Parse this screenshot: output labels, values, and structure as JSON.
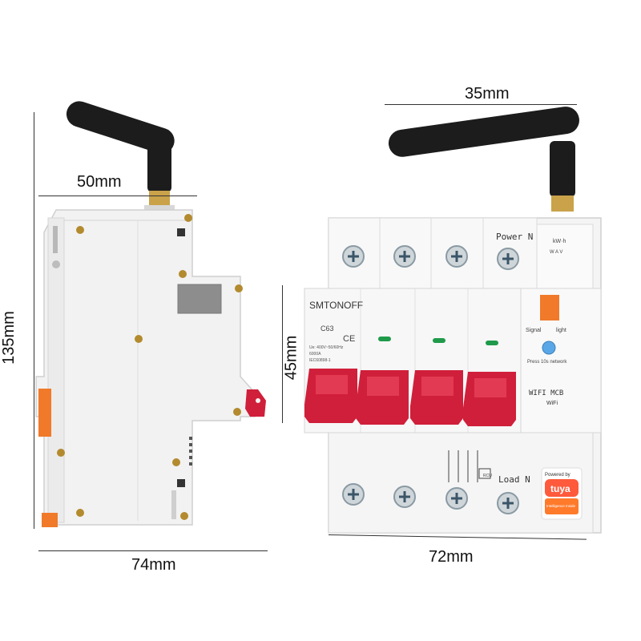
{
  "dimensions": {
    "side_width": "74mm",
    "side_height": "135mm",
    "antenna_offset": "50mm",
    "front_width": "72mm",
    "front_antenna_offset": "35mm",
    "front_depth": "45mm"
  },
  "device_labels": {
    "brand": "SMTONOFF",
    "rating": "C63",
    "ce": "CE",
    "spec_line1": "Ue: 400V~50/60Hz",
    "spec_line2": "6000A",
    "spec_line3": "IEC60898-1",
    "power": "Power N",
    "kwh": "kW·h",
    "meter_marks": "W A V",
    "signal": "Signal",
    "light": "light",
    "press": "Press 10s network",
    "wifi_mcb": "WIFI MCB",
    "wifi_badge": "WiFi",
    "load": "Load N",
    "powered_by": "Powered by",
    "tuya": "tuya",
    "intelligence": "Intelligence Inside",
    "rcu": "RCU"
  },
  "colors": {
    "handle": "#d01f3a",
    "orange_tab": "#f07a2a",
    "tuya": "#ff5a3c",
    "body": "#f4f4f4",
    "antenna": "#1c1c1c"
  }
}
